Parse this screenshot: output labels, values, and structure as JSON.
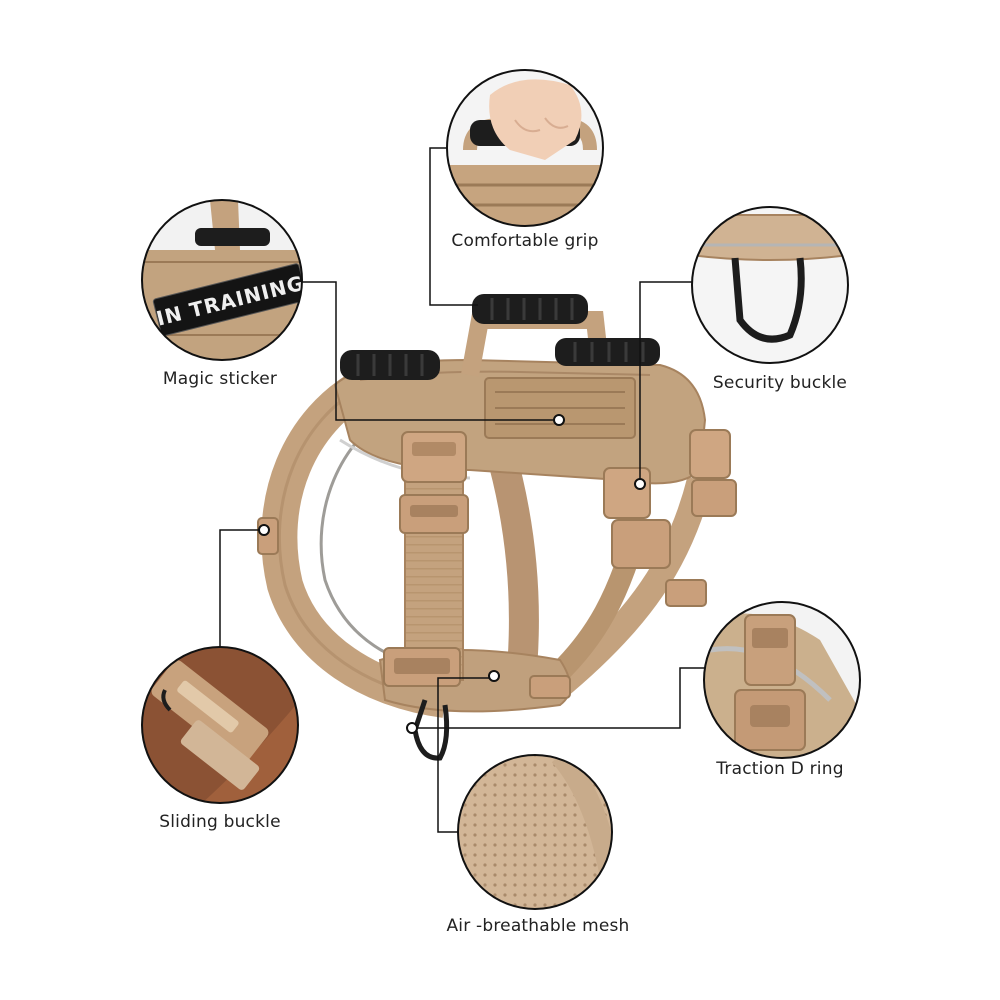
{
  "labels": {
    "grip": "Comfortable grip",
    "sticker": "Magic sticker",
    "security": "Security buckle",
    "sliding": "Sliding buckle",
    "traction": "Traction D ring",
    "mesh": "Air -breathable mesh"
  },
  "patch_text": "IN TRAINING",
  "icons": [
    "hand-grip-icon",
    "patch-icon",
    "d-ring-icon",
    "buckle-icon",
    "mesh-icon"
  ],
  "colors": {
    "tan": "#c4a27e",
    "tan_dark": "#a7835f",
    "tan_light": "#d8bf9f",
    "black": "#1d1d1d",
    "line": "#111111",
    "label": "#222222"
  }
}
